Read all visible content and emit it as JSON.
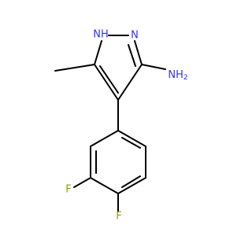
{
  "molecule": {
    "labels": {
      "nh": "NH",
      "n": "N",
      "nh2": "NH",
      "nh2_sub": "2",
      "f_left": "F",
      "f_right": "F"
    },
    "colors": {
      "nitrogen": "#3333ff",
      "fluorine": "#90a000",
      "bond": "#000000",
      "background": "#ffffff"
    }
  }
}
